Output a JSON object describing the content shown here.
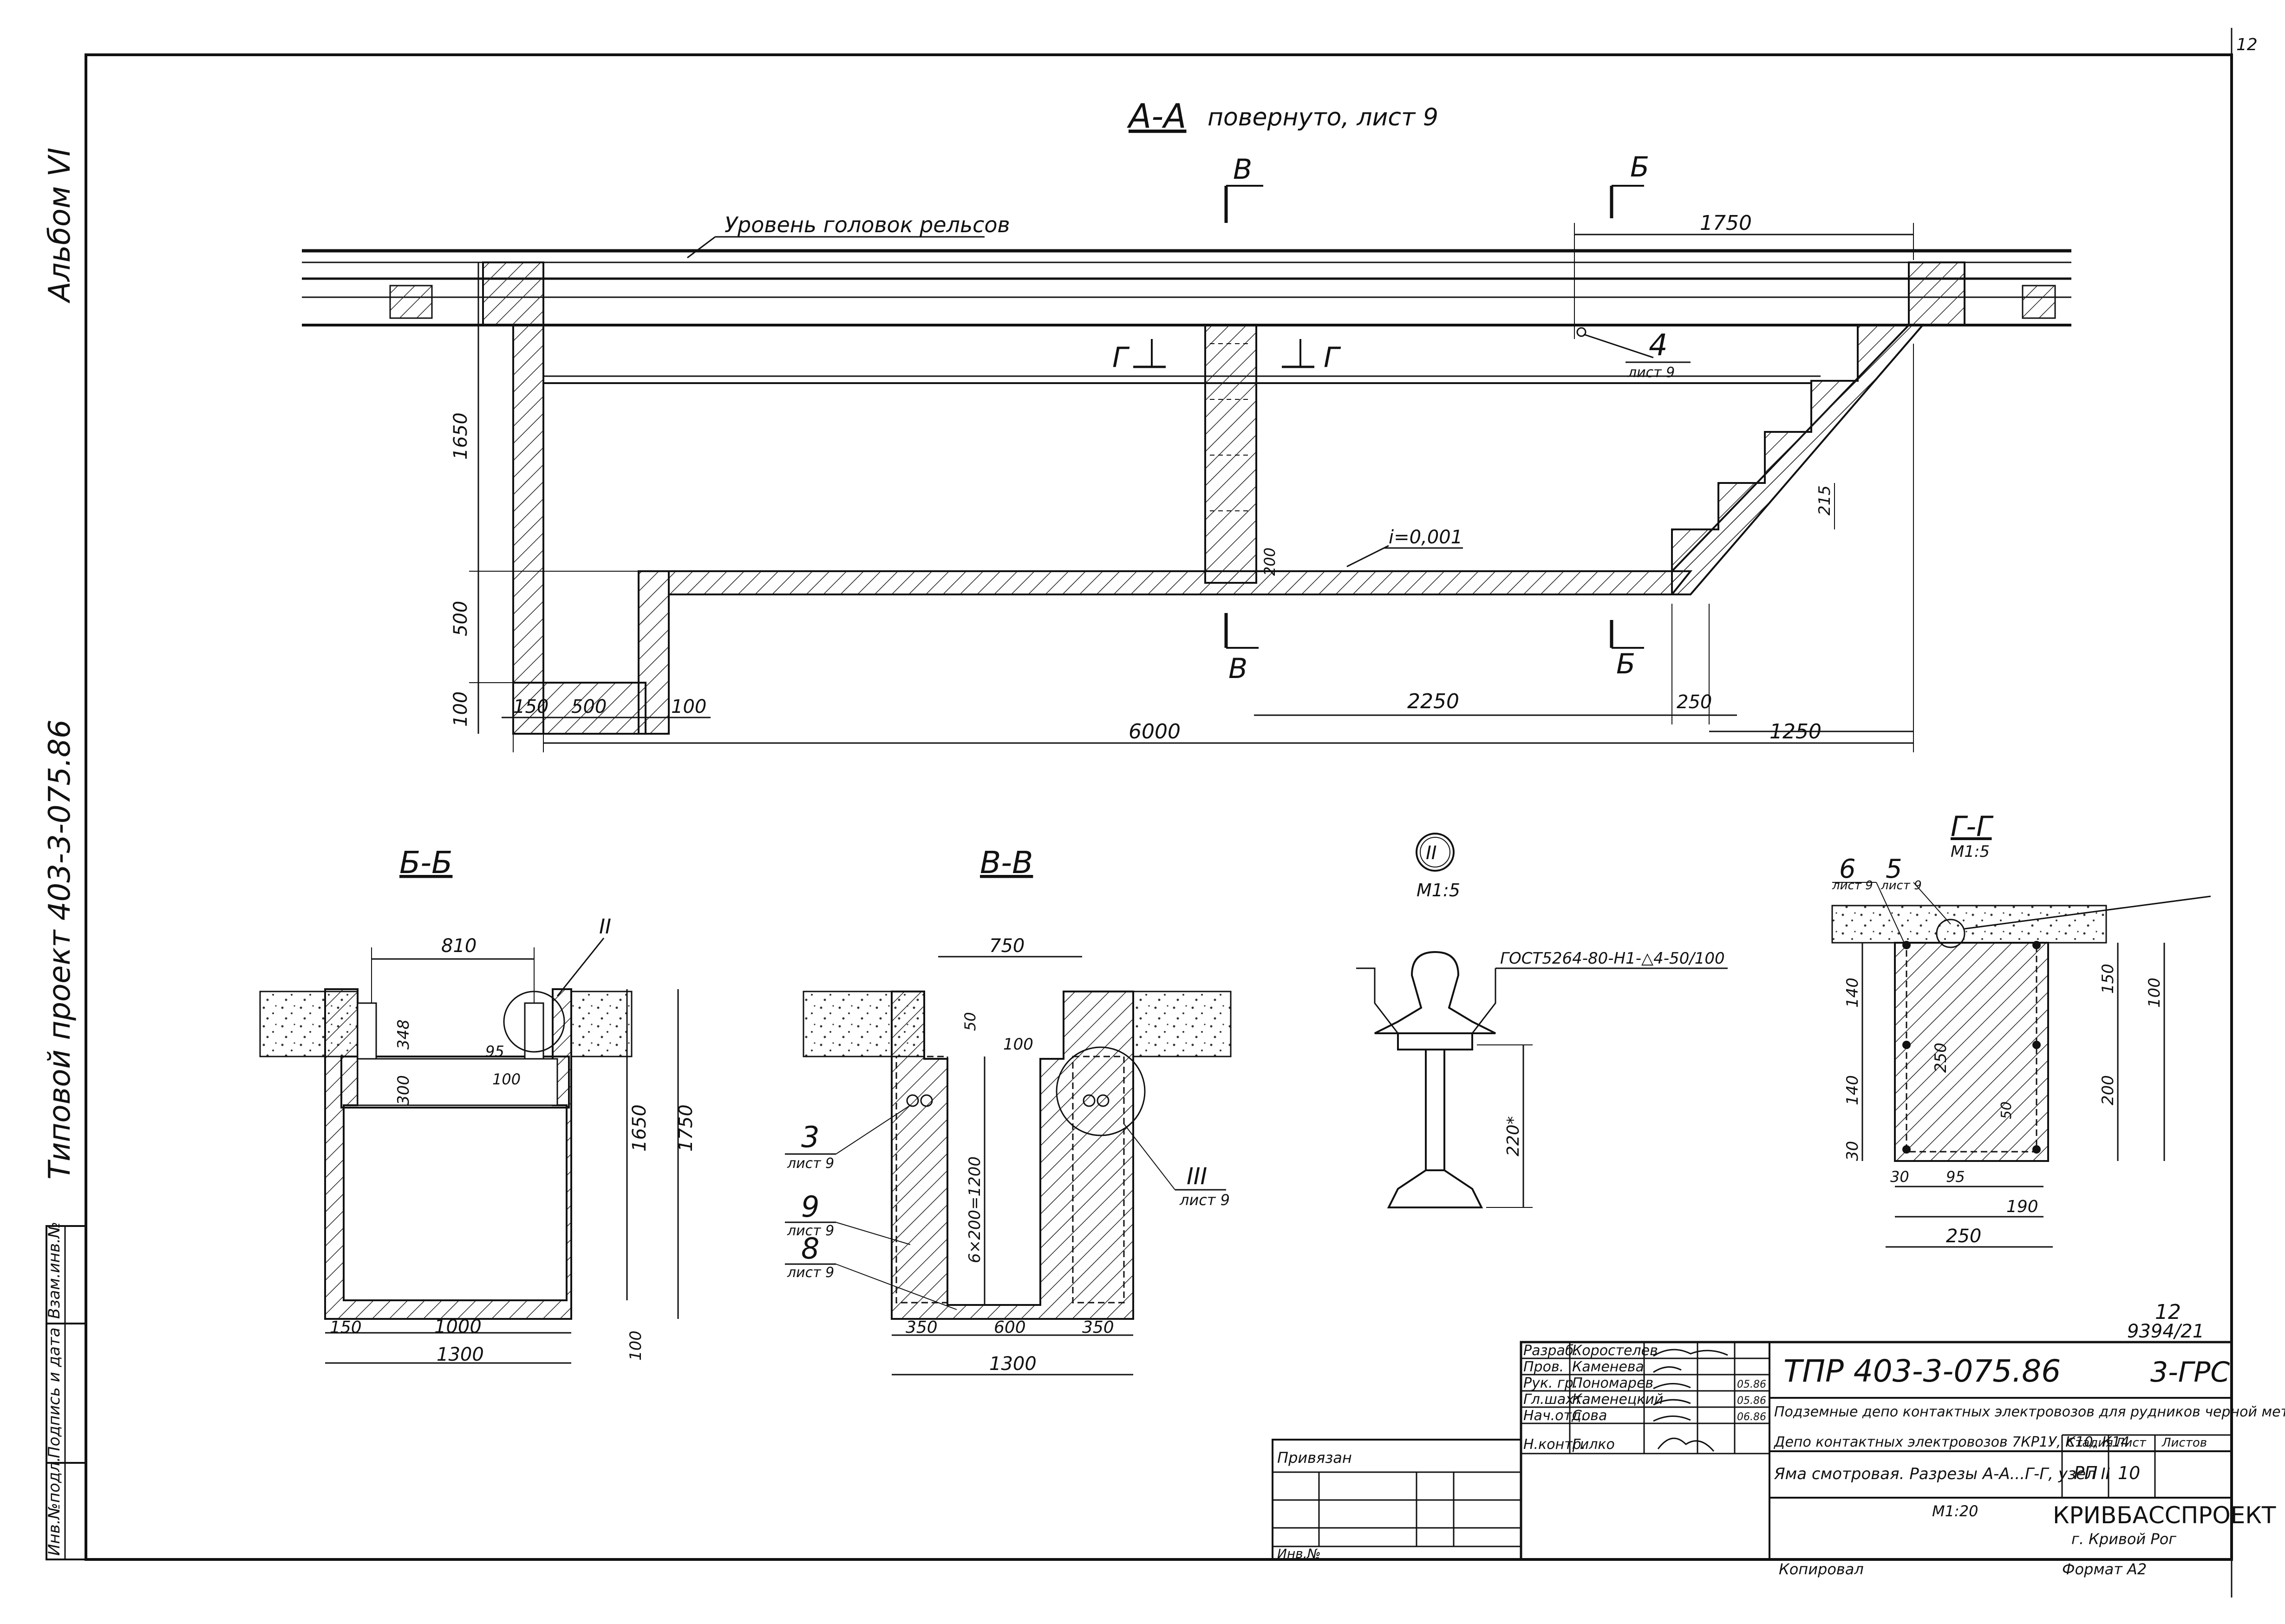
{
  "side": {
    "album": "Альбом VI",
    "project": "Типовой проект 403-3-075.86",
    "col1": "Инв.№подл.",
    "col2": "Подпись и дата",
    "col3": "Взам.инв.№",
    "corner": "12"
  },
  "section_aa": {
    "title": "А-А",
    "note": "повернуто, лист 9",
    "rail_level": "Уровень головок рельсов",
    "cut_b": "Б",
    "cut_v": "В",
    "cut_g": "Г",
    "slope": "i=0,001",
    "node_num": "4",
    "node_sheet": "лист 9",
    "dims": [
      "1750",
      "1650",
      "500",
      "100",
      "150",
      "500",
      "100",
      "6000",
      "2250",
      "250",
      "1250",
      "200",
      "215"
    ]
  },
  "section_bb": {
    "title": "Б-Б",
    "node": "II",
    "dims": [
      "810",
      "348",
      "300",
      "95",
      "100",
      "1650",
      "1750",
      "150",
      "1000",
      "1300",
      "100"
    ]
  },
  "section_vv": {
    "title": "В-В",
    "dims": [
      "750",
      "50",
      "100",
      "6×200=1200",
      "350",
      "600",
      "350",
      "1300"
    ],
    "callouts": [
      {
        "num": "3",
        "sheet": "лист 9"
      },
      {
        "num": "9",
        "sheet": "лист 9"
      },
      {
        "num": "8",
        "sheet": "лист 9"
      },
      {
        "num": "III",
        "sheet": "лист 9"
      }
    ]
  },
  "node_ii": {
    "label": "II",
    "scale": "М1:5",
    "weld": "ГОСТ5264-80-Н1-△4-50/100",
    "dim": "220*"
  },
  "section_gg": {
    "title": "Г-Г",
    "scale": "М1:5",
    "callouts": [
      {
        "num": "6",
        "sheet": "лист 9"
      },
      {
        "num": "5",
        "sheet": "лист 9"
      }
    ],
    "dims": [
      "140",
      "140",
      "30",
      "250",
      "50",
      "150",
      "100",
      "200",
      "30",
      "95",
      "190",
      "250"
    ]
  },
  "stamp": {
    "sheet_no": "12",
    "inv": "9394/21",
    "rows": [
      {
        "role": "Разраб.",
        "name": "Коростелев"
      },
      {
        "role": "Пров.",
        "name": "Каменева"
      },
      {
        "role": "Рук. гр.",
        "name": "Пономарев"
      },
      {
        "role": "Гл.шахт.",
        "name": "Каменецкий"
      },
      {
        "role": "Нач.отд.",
        "name": "Сова"
      },
      {
        "role": "Н.контр.",
        "name": "Гилко"
      }
    ],
    "dates": [
      "05.86",
      "05.86",
      "06.86"
    ],
    "code": "ТПР 403-3-075.86",
    "mark": "3-ГРС",
    "title1": "Подземные депо контактных электровозов для рудников черной металлургии",
    "title2": "Депо контактных электровозов 7КР1У, К10, К14",
    "h_stage": "Стадия",
    "h_sheet": "Лист",
    "h_sheets": "Листов",
    "stage": "РП",
    "sheet": "10",
    "title3": "Яма смотровая. Разрезы А-А...Г-Г, узел II",
    "scale": "М1:20",
    "org": "КРИВБАССПРОЕКТ",
    "city": "г. Кривой Рог",
    "copied": "Копировал",
    "format": "Формат А2",
    "privyazan": "Привязан",
    "inv_no": "Инв.№"
  }
}
